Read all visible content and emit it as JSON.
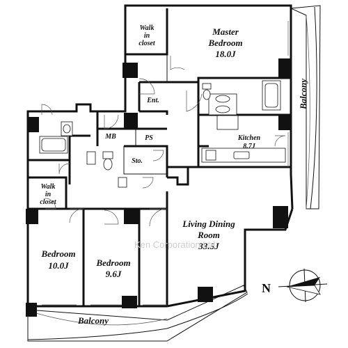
{
  "rooms": {
    "master_bedroom": {
      "name": "Master",
      "name2": "Bedroom",
      "size": "18.0J"
    },
    "walk_in_closet_top": {
      "line1": "Walk",
      "line2": "in",
      "line3": "closet"
    },
    "walk_in_closet_left": {
      "line1": "Walk",
      "line2": "in",
      "line3": "closet"
    },
    "entrance": {
      "name": "Ent."
    },
    "mb": {
      "name": "MB"
    },
    "ps": {
      "name": "PS"
    },
    "storage": {
      "name": "Sto."
    },
    "kitchen": {
      "name": "Kitchen",
      "size": "8.7J"
    },
    "living_dining": {
      "line1": "Living Dining",
      "line2": "Room",
      "size": "33.5J"
    },
    "bedroom_left": {
      "name": "Bedroom",
      "size": "10.0J"
    },
    "bedroom_mid": {
      "name": "Bedroom",
      "size": "9.6J"
    }
  },
  "balconies": {
    "east": "Balcony",
    "south": "Balcony"
  },
  "compass": {
    "label": "N"
  },
  "watermark": "Ken Corporation Ltd."
}
